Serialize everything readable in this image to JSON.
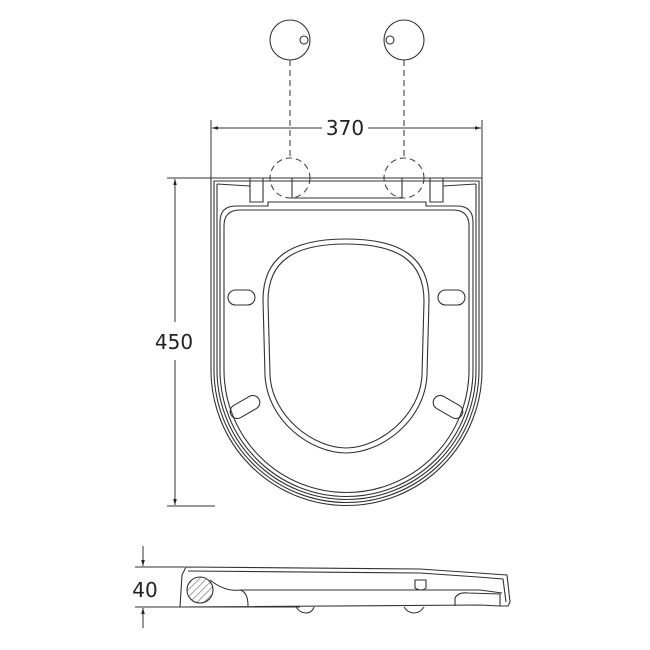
{
  "drawing": {
    "dimensions": {
      "width": "370",
      "length": "450",
      "height": "40"
    },
    "line_color": "#333333",
    "background": "#ffffff"
  }
}
